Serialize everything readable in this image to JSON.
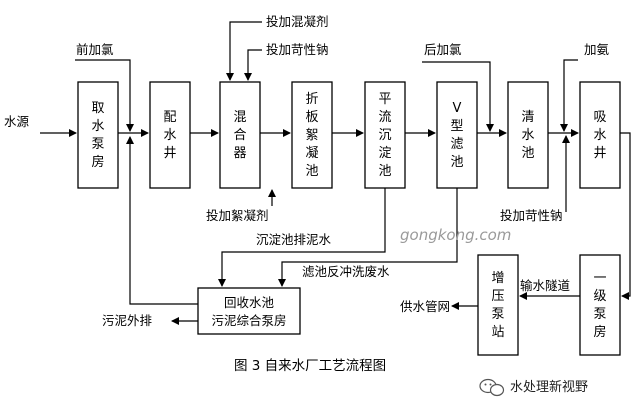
{
  "boxes": [
    {
      "id": "intake",
      "chars": [
        "取",
        "水",
        "泵",
        "房"
      ]
    },
    {
      "id": "distribution-well",
      "chars": [
        "配",
        "水",
        "井"
      ]
    },
    {
      "id": "mixer",
      "chars": [
        "混",
        "合",
        "器"
      ]
    },
    {
      "id": "baffle-flocculation",
      "chars": [
        "折",
        "板",
        "絮",
        "凝",
        "池"
      ]
    },
    {
      "id": "sedimentation",
      "chars": [
        "平",
        "流",
        "沉",
        "淀",
        "池"
      ]
    },
    {
      "id": "v-filter",
      "chars": [
        "V",
        "型",
        "滤",
        "池"
      ]
    },
    {
      "id": "clearwater-tank",
      "chars": [
        "清",
        "水",
        "池"
      ]
    },
    {
      "id": "suction-well",
      "chars": [
        "吸",
        "水",
        "井"
      ]
    },
    {
      "id": "primary-pump",
      "chars": [
        "一",
        "级",
        "泵",
        "房"
      ]
    },
    {
      "id": "booster-pump",
      "chars": [
        "增",
        "压",
        "泵",
        "站"
      ]
    }
  ],
  "recovery_box": {
    "line1": "回收水池",
    "line2": "污泥综合泵房"
  },
  "labels": {
    "water_source": "水源",
    "pre_chlorination": "前加氯",
    "add_coagulant": "投加混凝剂",
    "add_caustic_top": "投加苛性钠",
    "post_chlorination": "后加氯",
    "add_ammonia": "加氨",
    "add_flocculant": "投加絮凝剂",
    "add_caustic_bottom": "投加苛性钠",
    "sludge_discharge": "沉淀池排泥水",
    "backwash_waste": "滤池反冲洗废水",
    "transmission_tunnel": "输水隧道",
    "supply_network": "供水管网",
    "sludge_out": "污泥外排"
  },
  "watermark": "gongkong.com",
  "caption": "图 3 自来水厂工艺流程图",
  "brand": "水处理新视野"
}
